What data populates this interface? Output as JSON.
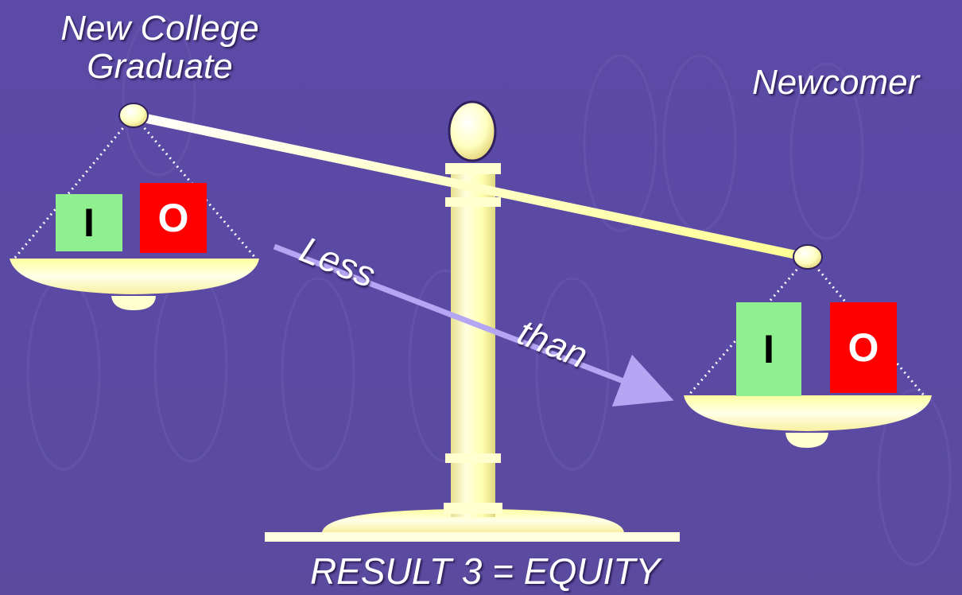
{
  "labels": {
    "left_line1": "New College",
    "left_line2": "Graduate",
    "right": "Newcomer",
    "result": "RESULT 3 = EQUITY"
  },
  "arrow": {
    "word1": "Less",
    "word2": "than"
  },
  "left_pan": {
    "input": "I",
    "output": "O"
  },
  "right_pan": {
    "input": "I",
    "output": "O"
  },
  "colors": {
    "background": "#5a4aa2",
    "input_box": "#90f090",
    "output_box": "#ff0000",
    "arrow": "#b0a0f0",
    "scale": "#ffffc0"
  }
}
